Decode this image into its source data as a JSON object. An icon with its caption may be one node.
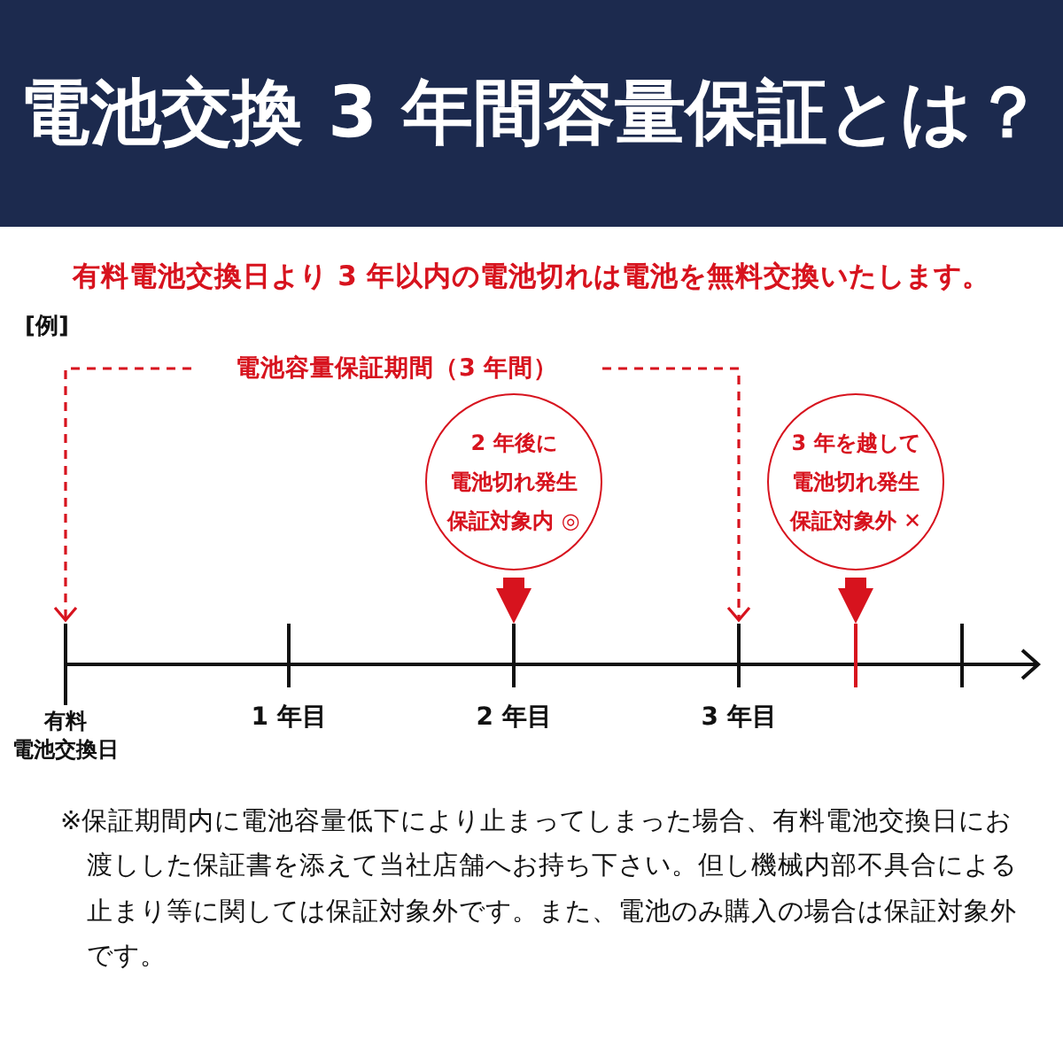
{
  "diagram": {
    "title": "電池交換 3 年間容量保証とは？",
    "nodes": [
      {
        "text": [
          "電池容量保証期間（3 年間）"
        ]
      },
      {
        "text": [
          "2 年後に",
          "電池切れ発生",
          "保証対象内 ◎"
        ]
      },
      {
        "text": [
          "3 年を越して",
          "電池切れ発生",
          "保証対象外 ✕"
        ]
      },
      {
        "text": [
          "有料",
          "電池交換日"
        ]
      },
      {
        "text": [
          "1 年目"
        ]
      },
      {
        "text": [
          "2 年目"
        ]
      },
      {
        "text": [
          "3 年目"
        ]
      },
      {
        "text": [],
        "shape": "bar"
      },
      {
        "text": [],
        "shape": "bar"
      }
    ],
    "edges": [
      {
        "from": 0,
        "to": 3,
        "arrow": "to",
        "style": "dashed"
      },
      {
        "from": 0,
        "to": 6,
        "arrow": "to",
        "style": "dashed"
      },
      {
        "from": 1,
        "to": 5,
        "arrow": "to",
        "style": "thick"
      },
      {
        "from": 2,
        "to": 7,
        "arrow": "to",
        "style": "thick"
      }
    ],
    "labels": [
      "有料電池交換日より 3 年以内の電池切れは電池を無料交換いたします。",
      "[例]",
      "※保証期間内に電池容量低下により止まってしまった場合、有料電池交換日にお渡しした保証書を添えて当社店舗へお持ち下さい。但し機械内部不具合による止まり等に関しては保証対象外です。また、電池のみ購入の場合は保証対象外です。"
    ]
  }
}
